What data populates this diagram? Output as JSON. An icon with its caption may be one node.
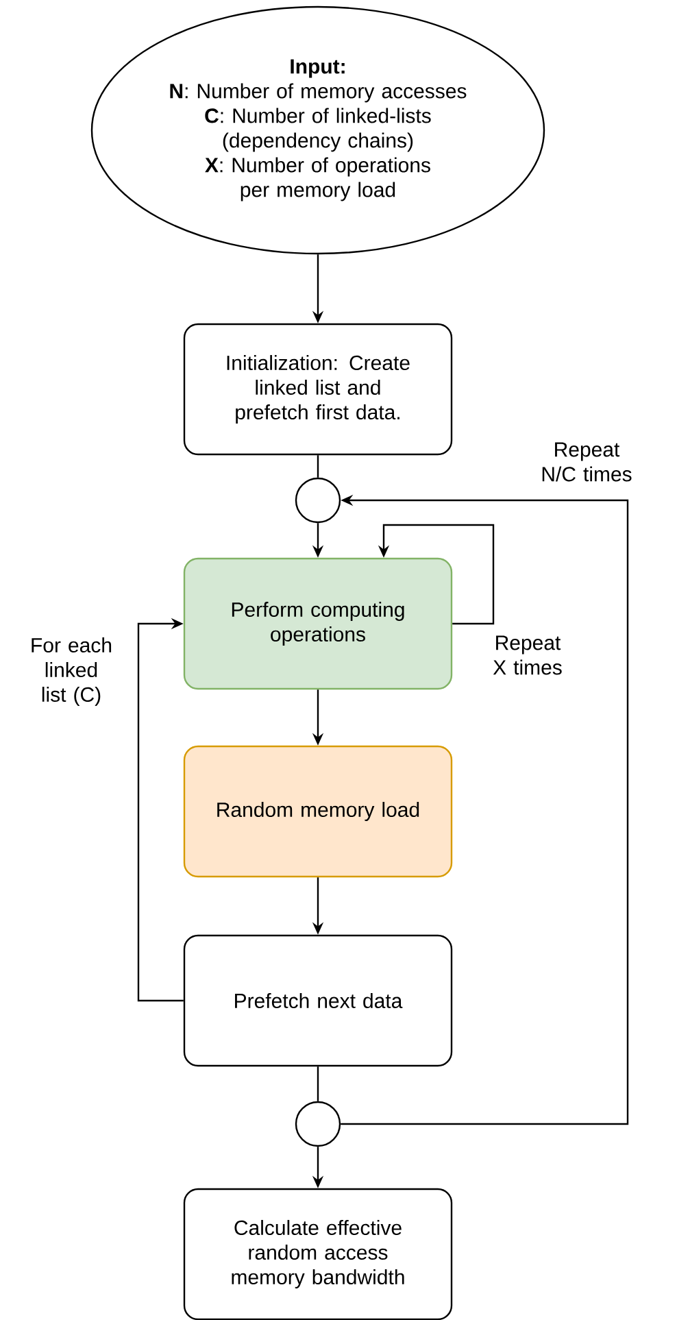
{
  "diagram": {
    "nodes": [
      {
        "text": [
          "Input:",
          "**N**: Number of memory accesses",
          "**C**: Number of linked-lists (dependency chains)",
          "**X**: Number of operations per memory load"
        ]
      },
      {
        "text": [
          "Initialization: Create linked list and prefetch first data."
        ]
      },
      {
        "text": [],
        "shape": "circle"
      },
      {
        "text": [
          "Perform  computing operations"
        ]
      },
      {
        "text": [
          "Random memory load"
        ]
      },
      {
        "text": [
          "Prefetch next data"
        ]
      },
      {
        "text": [],
        "shape": "circle"
      },
      {
        "text": [
          "Calculate effective random access memory bandwidth"
        ]
      }
    ],
    "edges": [
      {
        "from": 0,
        "to": 1,
        "arrow": "to"
      },
      {
        "from": 1,
        "to": 2,
        "arrow": "none"
      },
      {
        "from": 2,
        "to": 3,
        "arrow": "to"
      },
      {
        "from": 3,
        "to": 3,
        "arrow": "to",
        "label": "Repeat X times"
      },
      {
        "from": 3,
        "to": 4,
        "arrow": "to"
      },
      {
        "from": 4,
        "to": 5,
        "arrow": "to"
      },
      {
        "from": 5,
        "to": 3,
        "arrow": "to",
        "label": "For each linked list (C)"
      },
      {
        "from": 5,
        "to": 6,
        "arrow": "none"
      },
      {
        "from": 6,
        "to": 2,
        "arrow": "to",
        "label": "Repeat N/C times"
      },
      {
        "from": 6,
        "to": 7,
        "arrow": "to"
      }
    ]
  }
}
